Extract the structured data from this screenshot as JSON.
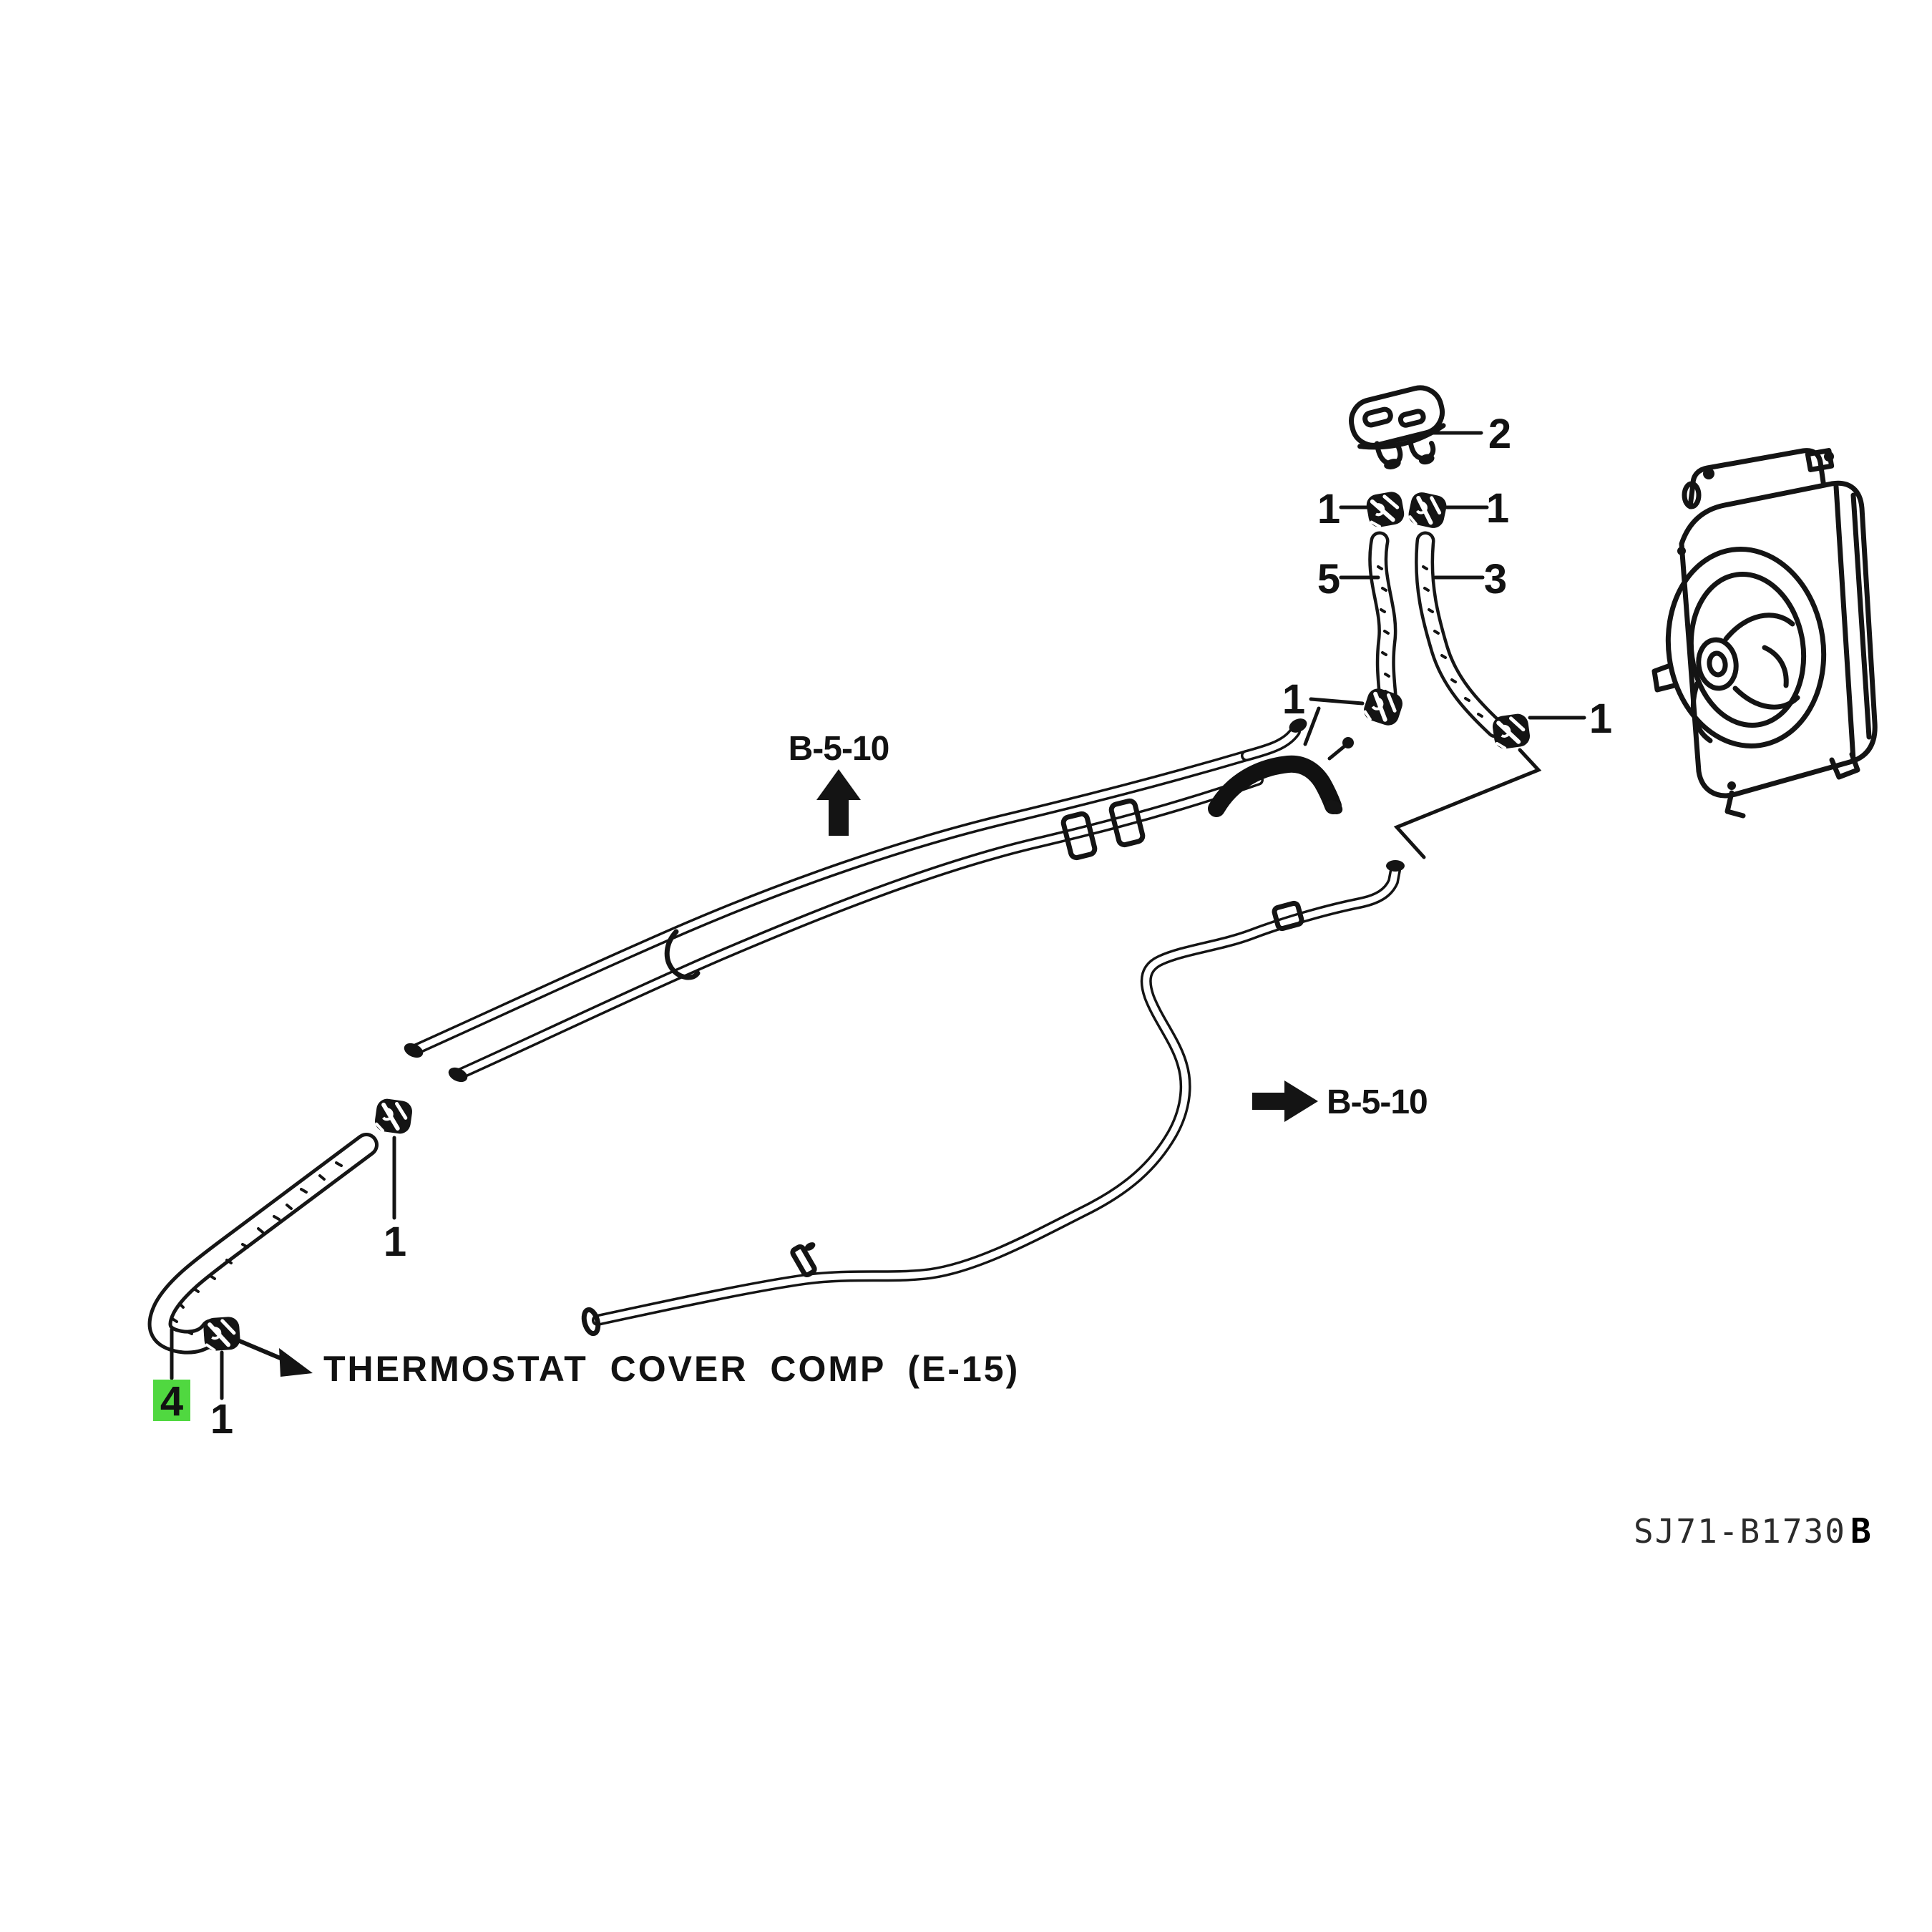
{
  "diagram": {
    "background_color": "#ffffff",
    "line_color": "#141414",
    "code": "SJ71-B1730",
    "code_suffix": "B",
    "note_label": "THERMOSTAT COVER COMP (E-15)",
    "ref_label_up": "B-5-10",
    "ref_label_right": "B-5-10",
    "highlight": {
      "box_color": "#50d840",
      "text_color": "#0d4f0d",
      "highlighted_callout": "4"
    },
    "callouts": {
      "one": "1",
      "two": "2",
      "three": "3",
      "four": "4",
      "five": "5"
    },
    "callout_occurrences": {
      "1": 6,
      "2": 1,
      "3": 1,
      "4": 1,
      "5": 1
    },
    "icons": [
      "up-arrow-icon",
      "right-arrow-icon",
      "leader-arrow-icon"
    ]
  }
}
